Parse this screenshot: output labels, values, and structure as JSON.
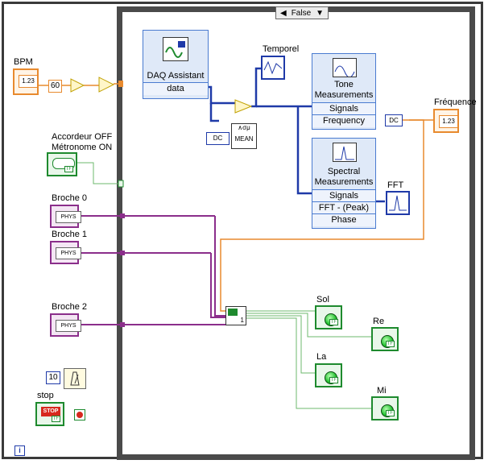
{
  "case_structure": {
    "selector_value": "False",
    "left_arrow": "◀",
    "right_arrow": "▼"
  },
  "controls": {
    "bpm": {
      "label": "BPM",
      "display": "1.23"
    },
    "bpm_constant": "60",
    "accordeur": {
      "label_line1": "Accordeur OFF",
      "label_line2": "Métronome ON"
    },
    "broche0": {
      "label": "Broche 0",
      "display": "PHYS"
    },
    "broche1": {
      "label": "Broche 1",
      "display": "PHYS"
    },
    "broche2": {
      "label": "Broche 2",
      "display": "PHYS"
    },
    "wait_constant": "10",
    "stop": {
      "label": "stop",
      "face": "STOP",
      "tf": "TF"
    }
  },
  "express_vis": {
    "daq": {
      "title": "DAQ Assistant",
      "row": "data"
    },
    "tone": {
      "title_line1": "Tone",
      "title_line2": "Measurements",
      "rows": [
        "Signals",
        "Frequency"
      ]
    },
    "spectral": {
      "title_line1": "Spectral",
      "title_line2": "Measurements",
      "rows": [
        "Signals",
        "FFT - (Peak)",
        "Phase"
      ]
    }
  },
  "nodes": {
    "mean": "MEAN",
    "dc_label": "DC",
    "case_index": "1"
  },
  "indicators": {
    "temporel": {
      "label": "Temporel"
    },
    "frequence": {
      "label": "Fréquence",
      "display": "1.23"
    },
    "fft": {
      "label": "FFT"
    },
    "sol": {
      "label": "Sol",
      "tf": "TF"
    },
    "re": {
      "label": "Re",
      "tf": "TF"
    },
    "la": {
      "label": "La",
      "tf": "TF"
    },
    "mi": {
      "label": "Mi",
      "tf": "TF"
    }
  },
  "info_icon": "i",
  "colors": {
    "numeric_orange": "#e88a2e",
    "boolean_green": "#1e8a2e",
    "waveform_blue": "#1f3aa8",
    "daqmx_purple": "#8b2e8b",
    "case_border": "#4a4a4a"
  }
}
